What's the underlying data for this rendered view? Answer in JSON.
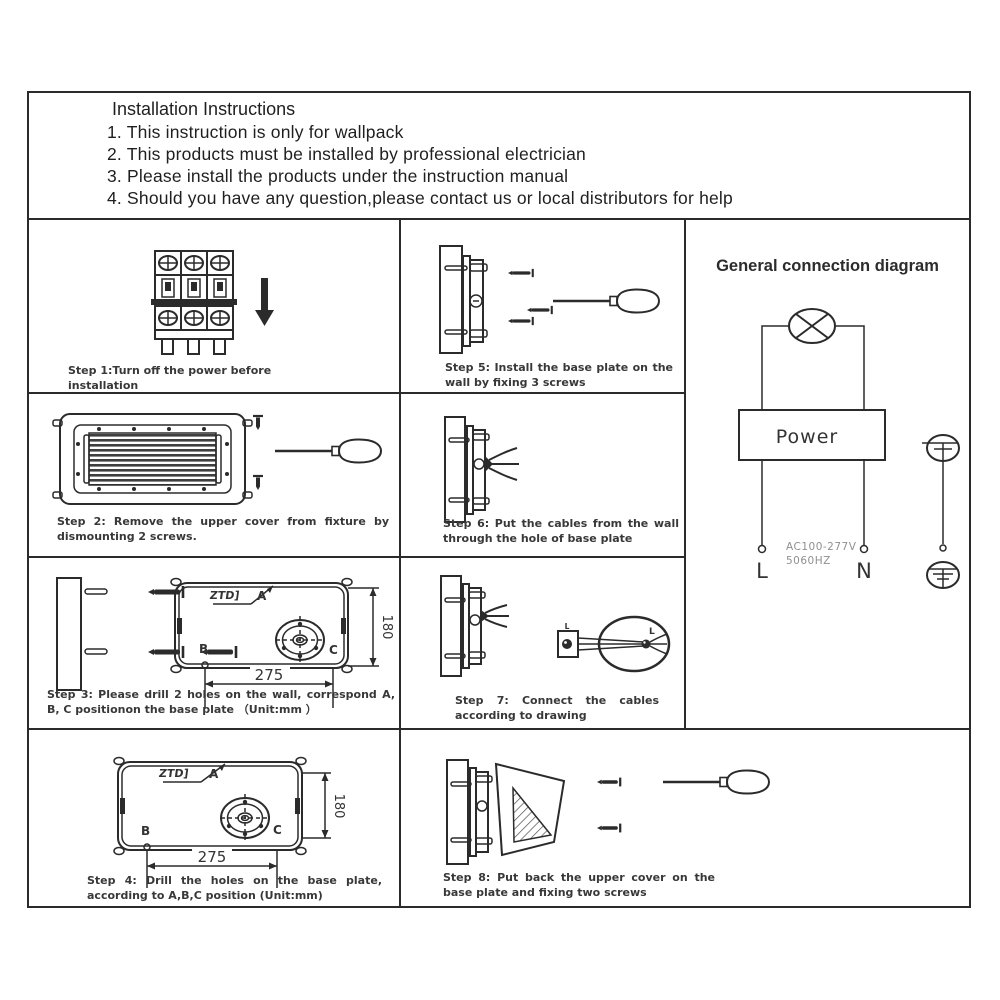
{
  "header": {
    "title": "Installation Instructions",
    "lines": [
      "1. This instruction is only for wallpack",
      "2. This products must be installed by professional electrician",
      "3. Please install the products under the instruction manual",
      "4. Should you have any question,please contact us or local distributors for help"
    ]
  },
  "steps": {
    "step1": {
      "caption": "Step 1:Turn off the power before installation"
    },
    "step2": {
      "caption": "Step 2: Remove the upper cover from fixture by dismounting 2 screws."
    },
    "step3": {
      "caption": "Step 3: Please drill 2 holes on the wall, correspond A, B, C positionon the base plate （Unit:mm ）"
    },
    "step4": {
      "caption": "Step 4: Drill the holes on the base plate, according to A,B,C position (Unit:mm)"
    },
    "step5": {
      "caption": "Step 5: Install the base plate on the wall by fixing 3 screws"
    },
    "step6": {
      "caption": "Step 6: Put the cables from the wall through the hole of base plate"
    },
    "step7": {
      "caption": "Step 7: Connect the cables according to drawing"
    },
    "step8": {
      "caption": "Step 8: Put back the upper cover on the base plate and fixing two screws"
    }
  },
  "connection": {
    "title": "General connection diagram",
    "power_label": "Power",
    "l_label": "L",
    "n_label": "N",
    "voltage": "AC100-277V",
    "frequency": "5060HZ"
  },
  "plate": {
    "a": "A",
    "b": "B",
    "c": "C",
    "dim_w": "275",
    "dim_h": "180",
    "marking": "ZTD]"
  },
  "colors": {
    "line": "#2b2b2b",
    "text": "#383838",
    "muted": "#8f8f8f"
  }
}
